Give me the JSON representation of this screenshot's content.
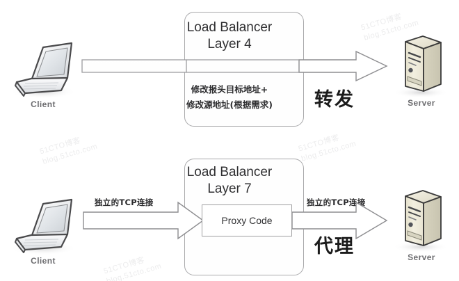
{
  "diagram": {
    "title_top": "Load Balancer\nLayer 4",
    "title_bottom": "Load Balancer\nLayer 7",
    "proxy_code_label": "Proxy Code",
    "l4_note": "修改报头目标地址+\n修改源地址(根据需求)",
    "l4_caption": "转发",
    "l7_caption": "代理",
    "tcp_left_label": "独立的TCP连接",
    "tcp_right_label": "独立的TCP连接",
    "client_label_top": "Client",
    "client_label_bottom": "Client",
    "server_label_top": "Server",
    "server_label_bottom": "Server",
    "watermark_text": "51CTO博客\nblog.51cto.com",
    "colors": {
      "box_border": "#a9a9ab",
      "arrow_stroke": "#8d8d90",
      "server_body": "#efecd9",
      "server_outline": "#3a3a3a",
      "laptop_outline": "#4a4a4c",
      "text_dark": "#2f2f31",
      "caption_gray": "#6d6d70",
      "background": "#ffffff"
    },
    "icons": {
      "client": "laptop-icon",
      "server": "server-tower-icon",
      "flow": "block-arrow-icon"
    }
  }
}
